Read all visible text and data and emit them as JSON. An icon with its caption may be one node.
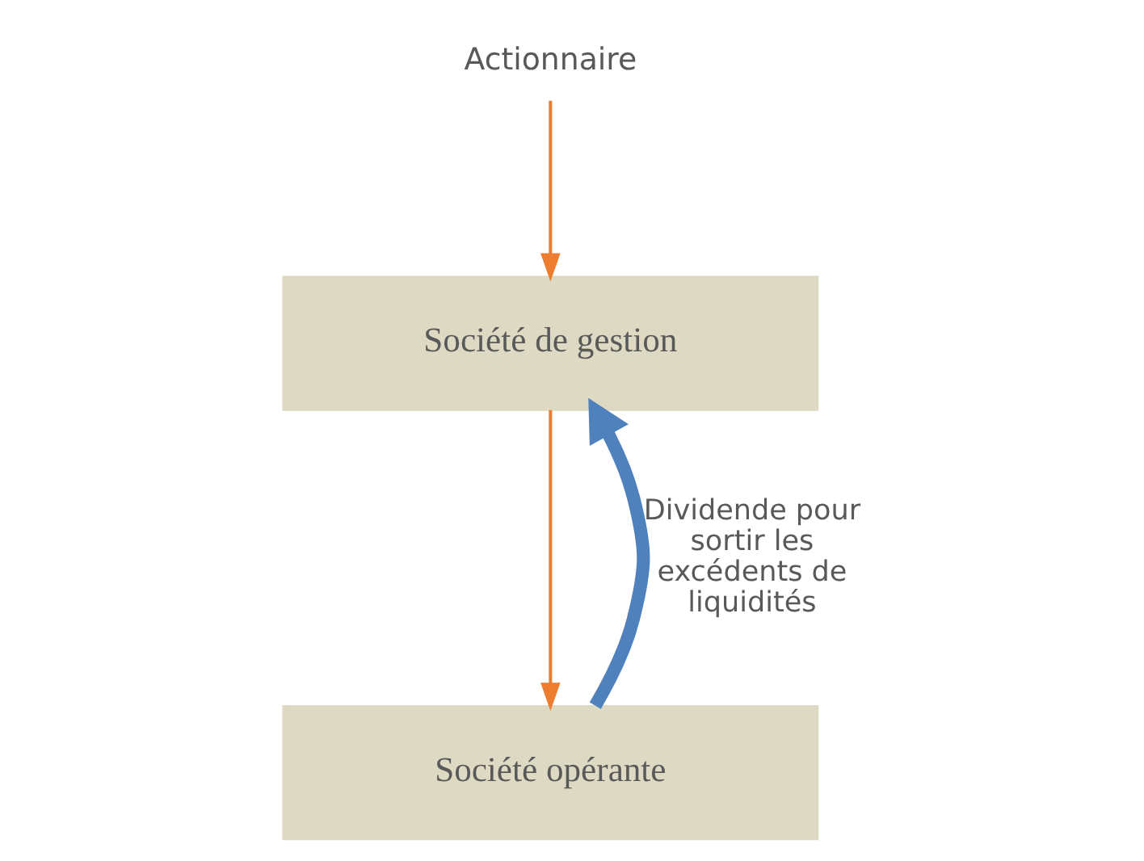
{
  "diagram": {
    "nodes": [
      {
        "text": [
          "Actionnaire"
        ]
      },
      {
        "text": [
          "Société de gestion"
        ]
      },
      {
        "text": [
          "Société opérante"
        ]
      }
    ],
    "edges": [
      {
        "from": 0,
        "to": 1,
        "arrow": "to"
      },
      {
        "from": 1,
        "to": 2,
        "arrow": "to"
      },
      {
        "from": 2,
        "to": 1,
        "arrow": "to",
        "label": "Dividende pour sortir les excédents de liquidités",
        "style": "thick",
        "color": "#4f81bd"
      }
    ]
  }
}
